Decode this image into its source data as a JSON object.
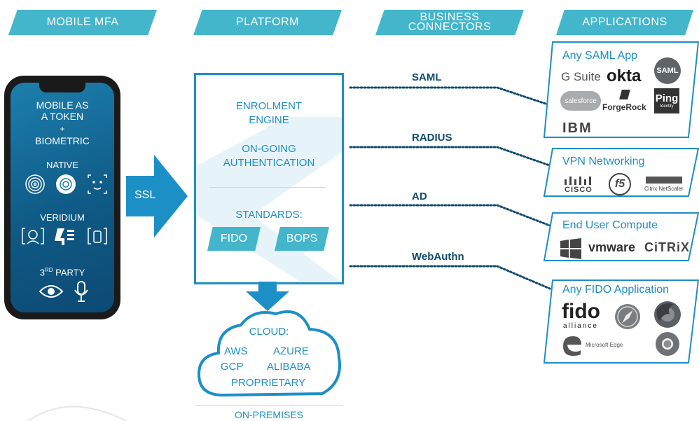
{
  "headers": {
    "mobile": "MOBILE MFA",
    "platform": "PLATFORM",
    "connectors_line1": "BUSINESS",
    "connectors_line2": "CONNECTORS",
    "applications": "APPLICATIONS"
  },
  "phone": {
    "line1": "MOBILE AS",
    "line2": "A TOKEN",
    "line3": "+",
    "line4": "BIOMETRIC",
    "native": "NATIVE",
    "veridium": "VERIDIUM",
    "third_party_num": "3",
    "third_party_sup": "RD",
    "third_party_word": "PARTY"
  },
  "ssl": "SSL",
  "platform": {
    "enrol1": "ENROLMENT",
    "enrol2": "ENGINE",
    "auth1": "ON-GOING",
    "auth2": "AUTHENTICATION",
    "standards": "STANDARDS:",
    "fido": "FIDO",
    "bops": "BOPS"
  },
  "connectors": [
    "SAML",
    "RADIUS",
    "AD",
    "WebAuthn"
  ],
  "apps": {
    "saml_title": "Any SAML App",
    "gsuite": "G Suite",
    "okta": "okta",
    "saml_badge": "SAML",
    "salesforce": "salesforce",
    "forgerock": "ForgeRock",
    "ping": "Ping",
    "ping_sub": "Identity",
    "ibm": "IBM",
    "vpn_title": "VPN Networking",
    "cisco": "CISCO",
    "f5": "f5",
    "netscaler": "Citrix NetScaler",
    "euc_title": "End User Compute",
    "vmware": "vmware",
    "citrix": "CiTRiX",
    "fido_title": "Any FIDO Application",
    "fido_logo": "fido",
    "fido_alliance": "alliance",
    "edge": "Microsoft Edge"
  },
  "cloud": {
    "title": "CLOUD:",
    "aws": "AWS",
    "azure": "AZURE",
    "gcp": "GCP",
    "alibaba": "ALIBABA",
    "proprietary": "PROPRIETARY"
  },
  "on_premises": "ON-PREMISES",
  "colors": {
    "accent": "#43b6cc",
    "blue": "#1e8ec6",
    "navy": "#0f4b6e"
  }
}
